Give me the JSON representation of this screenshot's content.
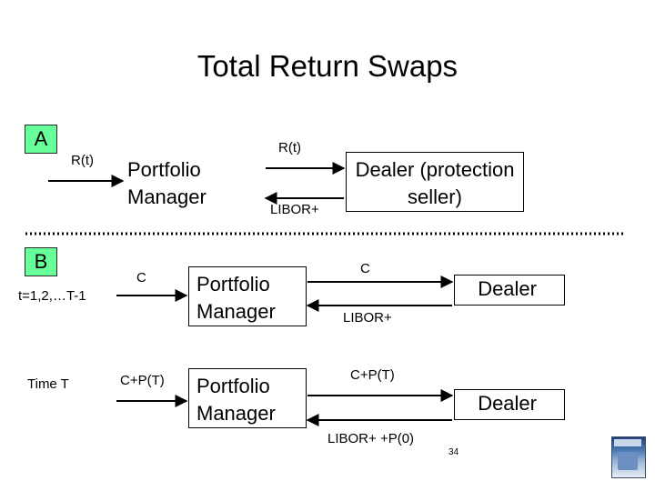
{
  "title": "Total Return Swaps",
  "section_a": {
    "tag": "A",
    "input_label": "R(t)",
    "manager_label": "Portfolio Manager",
    "top_flow_label": "R(t)",
    "bottom_flow_label": "LIBOR+",
    "dealer_label": "Dealer (protection seller)"
  },
  "section_b": {
    "tag": "B",
    "row1": {
      "period_label": "t=1,2,…T-1",
      "input_label": "C",
      "manager_label": "Portfolio Manager",
      "top_flow_label": "C",
      "bottom_flow_label": "LIBOR+",
      "dealer_label": "Dealer"
    },
    "row2": {
      "period_label": "Time T",
      "input_label": "C+P(T)",
      "manager_label": "Portfolio Manager",
      "top_flow_label": "C+P(T)",
      "bottom_flow_label": "LIBOR+ +P(0)",
      "dealer_label": "Dealer"
    }
  },
  "page_number": "34",
  "colors": {
    "tag_fill": "#66ff99",
    "line": "#000000"
  }
}
